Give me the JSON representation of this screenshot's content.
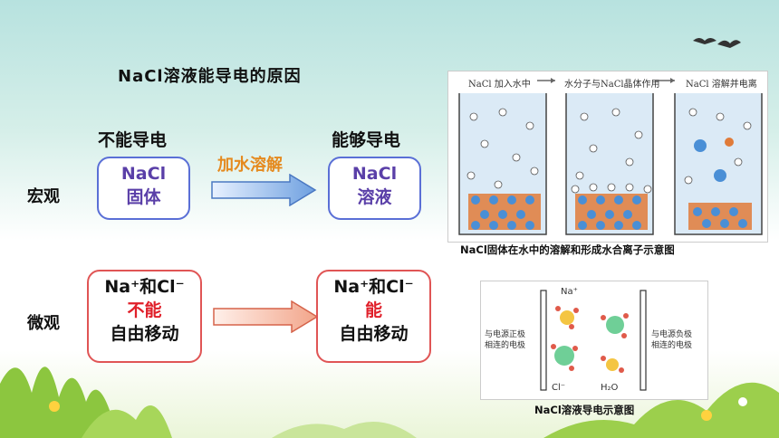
{
  "title": "NaCl溶液能导电的原因",
  "headers": {
    "left": "不能导电",
    "right": "能够导电"
  },
  "rows": {
    "macro": {
      "label": "宏观",
      "process": "加水溶解",
      "left_box": {
        "line1": "NaCl",
        "line2": "固体"
      },
      "right_box": {
        "line1": "NaCl",
        "line2": "溶液"
      }
    },
    "micro": {
      "label": "微观",
      "left_box": {
        "line1": "Na⁺和Cl⁻",
        "line2": "不能",
        "line3": "自由移动"
      },
      "right_box": {
        "line1": "Na⁺和Cl⁻",
        "line2": "能",
        "line3": "自由移动"
      }
    }
  },
  "figure1": {
    "panels": [
      "NaCl 加入水中",
      "水分子与NaCl晶体作用",
      "NaCl 溶解并电离"
    ],
    "caption": "NaCl固体在水中的溶解和形成水合离子示意图"
  },
  "figure2": {
    "left_label": [
      "与电源正极",
      "相连的电极"
    ],
    "right_label": [
      "与电源负极",
      "相连的电极"
    ],
    "na_label": "Na⁺",
    "cl_label": "Cl⁻",
    "water_label": "H₂O",
    "caption": "NaCl溶液导电示意图"
  }
}
